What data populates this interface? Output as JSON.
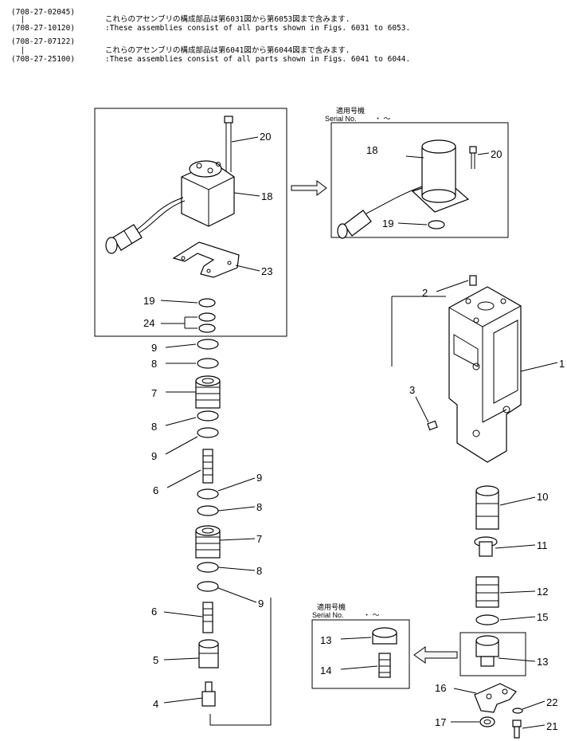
{
  "header": {
    "lines": [
      {
        "part": "(708-27-02045)",
        "text": ""
      },
      {
        "part": "  |",
        "text": "これらのアセンブリの構成部品は第6031図から第6053図まで含みます."
      },
      {
        "part": "(708-27-10120)",
        "text": ":These assemblies consist of all parts shown in Figs. 6031 to 6053."
      },
      {
        "part": "(708-27-07122)",
        "text": ""
      },
      {
        "part": "  |",
        "text": "これらのアセンブリの構成部品は第6041図から第6044図まで含みます."
      },
      {
        "part": "(708-27-25100)",
        "text": ":These assemblies consist of all parts shown in Figs. 6041 to 6044."
      }
    ]
  },
  "serial_boxes": [
    {
      "jp": "適用号機",
      "en": "Serial No.",
      "range": "・ ～"
    },
    {
      "jp": "適用号機",
      "en": "Serial No.",
      "range": "・ ～"
    }
  ],
  "callouts": {
    "c20a": "20",
    "c18a": "18",
    "c23": "23",
    "c19a": "19",
    "c24": "24",
    "c9a": "9",
    "c8a": "8",
    "c7a": "7",
    "c8b": "8",
    "c9b": "9",
    "c6a": "6",
    "c9c": "9",
    "c8c": "8",
    "c7b": "7",
    "c8d": "8",
    "c9d": "9",
    "c6b": "6",
    "c5": "5",
    "c4": "4",
    "c18b": "18",
    "c20b": "20",
    "c19b": "19",
    "c2": "2",
    "c1": "1",
    "c3": "3",
    "c10": "10",
    "c11": "11",
    "c12": "12",
    "c15": "15",
    "c13a": "13",
    "c13b": "13",
    "c14": "14",
    "c16": "16",
    "c22": "22",
    "c17": "17",
    "c21": "21"
  }
}
